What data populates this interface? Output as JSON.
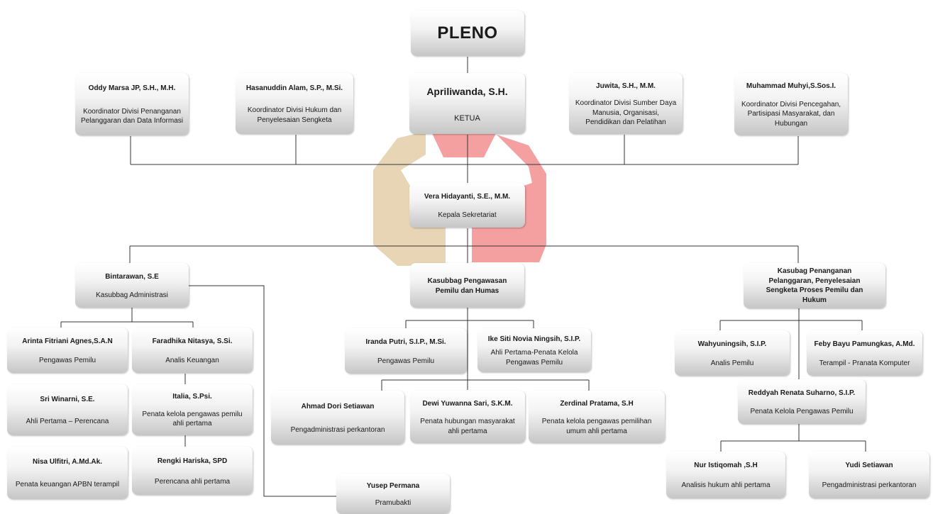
{
  "pleno": "PLENO",
  "ketua": {
    "name": "Apriliwanda, S.H.",
    "role": "KETUA"
  },
  "koordinator": [
    {
      "name": "Oddy Marsa JP, S.H., M.H.",
      "role": "Koordinator Divisi Penanganan Pelanggaran dan Data Informasi"
    },
    {
      "name": "Hasanuddin Alam, S.P., M.Si.",
      "role": "Koordinator Divisi Hukum dan Penyelesaian Sengketa"
    },
    {
      "name": "Juwita, S.H., M.M.",
      "role": "Koordinator Divisi Sumber Daya Manusia, Organisasi, Pendidikan dan Pelatihan"
    },
    {
      "name": "Muhammad Muhyi,S.Sos.I.",
      "role": "Koordinator Divisi Pencegahan, Partisipasi Masyarakat, dan Hubungan"
    }
  ],
  "sekretariat": {
    "name": "Vera Hidayanti, S.E., M.M.",
    "role": "Kepala Sekretariat"
  },
  "administrasi": {
    "head": {
      "name": "Bintarawan, S.E",
      "role": "Kasubbag Administrasi"
    },
    "staff": [
      {
        "name": "Arinta Fitriani Agnes,S.A.N",
        "role": "Pengawas Pemilu"
      },
      {
        "name": "Faradhika Nitasya, S.Si.",
        "role": "Analis Keuangan"
      },
      {
        "name": "Sri Winarni, S.E.",
        "role": "Ahli Pertama – Perencana"
      },
      {
        "name": "Italia, S.Psi.",
        "role": "Penata kelola pengawas pemilu ahli pertama"
      },
      {
        "name": "Nisa Ulfitri, A.Md.Ak.",
        "role": "Penata keuangan APBN terampil"
      },
      {
        "name": "Rengki Hariska, SPD",
        "role": "Perencana ahli pertama"
      },
      {
        "name": "Yusep Permana",
        "role": "Pramubakti"
      }
    ]
  },
  "pengawasan": {
    "head": {
      "title": "Kasubbag Pengawasan Pemilu dan Humas"
    },
    "staff": [
      {
        "name": "Iranda Putri, S.I.P., M.Si.",
        "role": "Pengawas Pemilu"
      },
      {
        "name": "Ike Siti Novia Ningsih, S.I.P.",
        "role": "Ahli Pertama-Penata Kelola Pengawas Pemilu"
      },
      {
        "name": "Ahmad Dori Setiawan",
        "role": "Pengadministrasi perkantoran"
      },
      {
        "name": "Dewi Yuwanna Sari, S.K.M.",
        "role": "Penata hubungan masyarakat ahli pertama"
      },
      {
        "name": "Zerdinal Pratama, S.H",
        "role": "Penata kelola pengawas pemilihan umum ahli pertama"
      }
    ]
  },
  "penanganan": {
    "head": {
      "title": "Kasubag Penanganan Pelanggaran, Penyelesaian Sengketa Proses Pemilu dan Hukum"
    },
    "staff": [
      {
        "name": "Wahyuningsih, S.I.P.",
        "role": "Analis Pemilu"
      },
      {
        "name": "Feby Bayu Pamungkas, A.Md.",
        "role": "Terampil - Pranata Komputer"
      },
      {
        "name": "Reddyah Renata Suharno, S.I.P.",
        "role": "Penata Kelola Pengawas Pemilu"
      },
      {
        "name": "Nur Istiqomah ,S.H",
        "role": "Analisis hukum ahli pertama"
      },
      {
        "name": "Yudi Setiawan",
        "role": "Pengadministrasi perkantoran"
      }
    ]
  },
  "colors": {
    "logo_tan": "#e8d5b5",
    "logo_red": "#f4a0a0",
    "line": "#333333"
  }
}
